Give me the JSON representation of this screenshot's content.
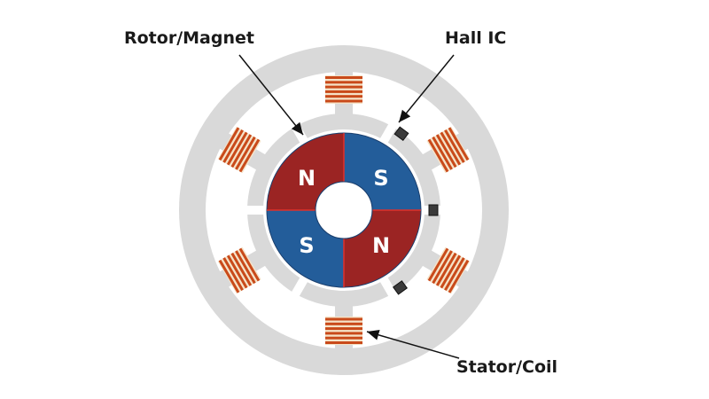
{
  "labels": {
    "rotor": "Rotor/Magnet",
    "hall": "Hall IC",
    "stator": "Stator/Coil"
  },
  "poles": [
    "N",
    "S",
    "S",
    "N"
  ],
  "colors": {
    "stator": "#d9d9d9",
    "north": "#9b2423",
    "south": "#235d9a",
    "coil_a": "#c94a1a",
    "coil_b": "#f5e3c8",
    "hall_ic": "#3a3a3a"
  }
}
